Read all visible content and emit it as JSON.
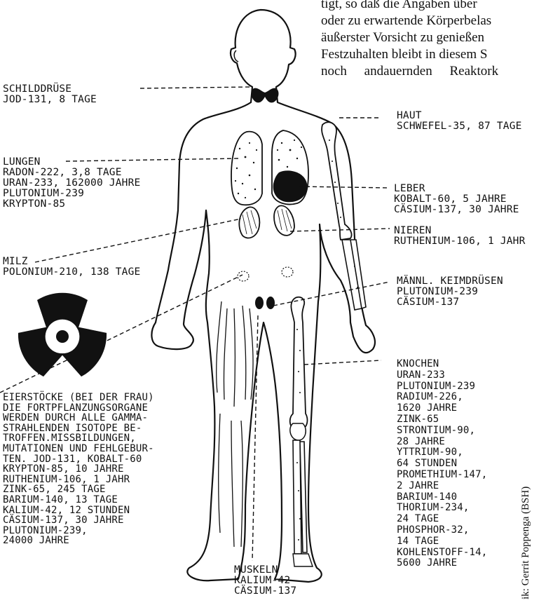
{
  "paragraph": [
    "tigt, so daß die Angaben über",
    "oder zu erwartende Körperbelas",
    "äußerster Vorsicht zu genießen",
    "Festzuhalten bleibt in diesem S",
    "noch andauernden Reaktork"
  ],
  "labels": {
    "thyroid": {
      "title": "Schilddrüse",
      "lines": [
        "Jod-131, 8 Tage"
      ]
    },
    "lungs": {
      "title": "Lungen",
      "lines": [
        "Radon-222, 3,8 Tage",
        "Uran-233, 162000 Jahre",
        "Plutonium-239",
        "Krypton-85"
      ]
    },
    "spleen": {
      "title": "Milz",
      "lines": [
        "Polonium-210, 138 Tage"
      ]
    },
    "ovaries": {
      "title": "Eierstöcke (bei der Frau)",
      "lines": [
        "Die Fortpflanzungsorgane",
        "werden durch alle gamma-",
        "strahlenden Isotope be-",
        "troffen.Mißbildungen,",
        "Mutationen und Fehlgebur-",
        "ten. Jod-131, Kobalt-60",
        "Krypton-85, 10 Jahre",
        "Ruthenium-106, 1 Jahr",
        "Zink-65, 245 Tage",
        "Barium-140, 13 Tage",
        "Kalium-42, 12 Stunden",
        "Cäsium-137, 30 Jahre",
        "Plutonium-239,",
        "24000 Jahre"
      ]
    },
    "skin": {
      "title": "Haut",
      "lines": [
        "Schwefel-35, 87 Tage"
      ]
    },
    "liver": {
      "title": "Leber",
      "lines": [
        "Kobalt-60, 5 Jahre",
        "Cäsium-137, 30 Jahre"
      ]
    },
    "kidneys": {
      "title": "Nieren",
      "lines": [
        "Ruthenium-106, 1 Jahr"
      ]
    },
    "testes": {
      "title": "Männl. Keimdrüsen",
      "lines": [
        "Plutonium-239",
        "Cäsium-137"
      ]
    },
    "bones": {
      "title": "Knochen",
      "lines": [
        "Uran-233",
        "Plutonium-239",
        "Radium-226,",
        "1620 Jahre",
        "Zink-65",
        "Strontium-90,",
        "28 Jahre",
        "Yttrium-90,",
        "64 Stunden",
        "Promethium-147,",
        "2 Jahre",
        "Barium-140",
        "Thorium-234,",
        "24 Tage",
        "Phosphor-32,",
        "14 Tage",
        "Kohlenstoff-14,",
        "5600 Jahre"
      ]
    },
    "muscles": {
      "title": "Muskeln",
      "lines": [
        "Kalium-42",
        "Cäsium-137"
      ]
    }
  },
  "credit": "ik: Gerrit Poppenga (BSH)",
  "colors": {
    "ink": "#111111",
    "background": "#ffffff"
  },
  "icons": [
    "radiation-trefoil-icon"
  ]
}
